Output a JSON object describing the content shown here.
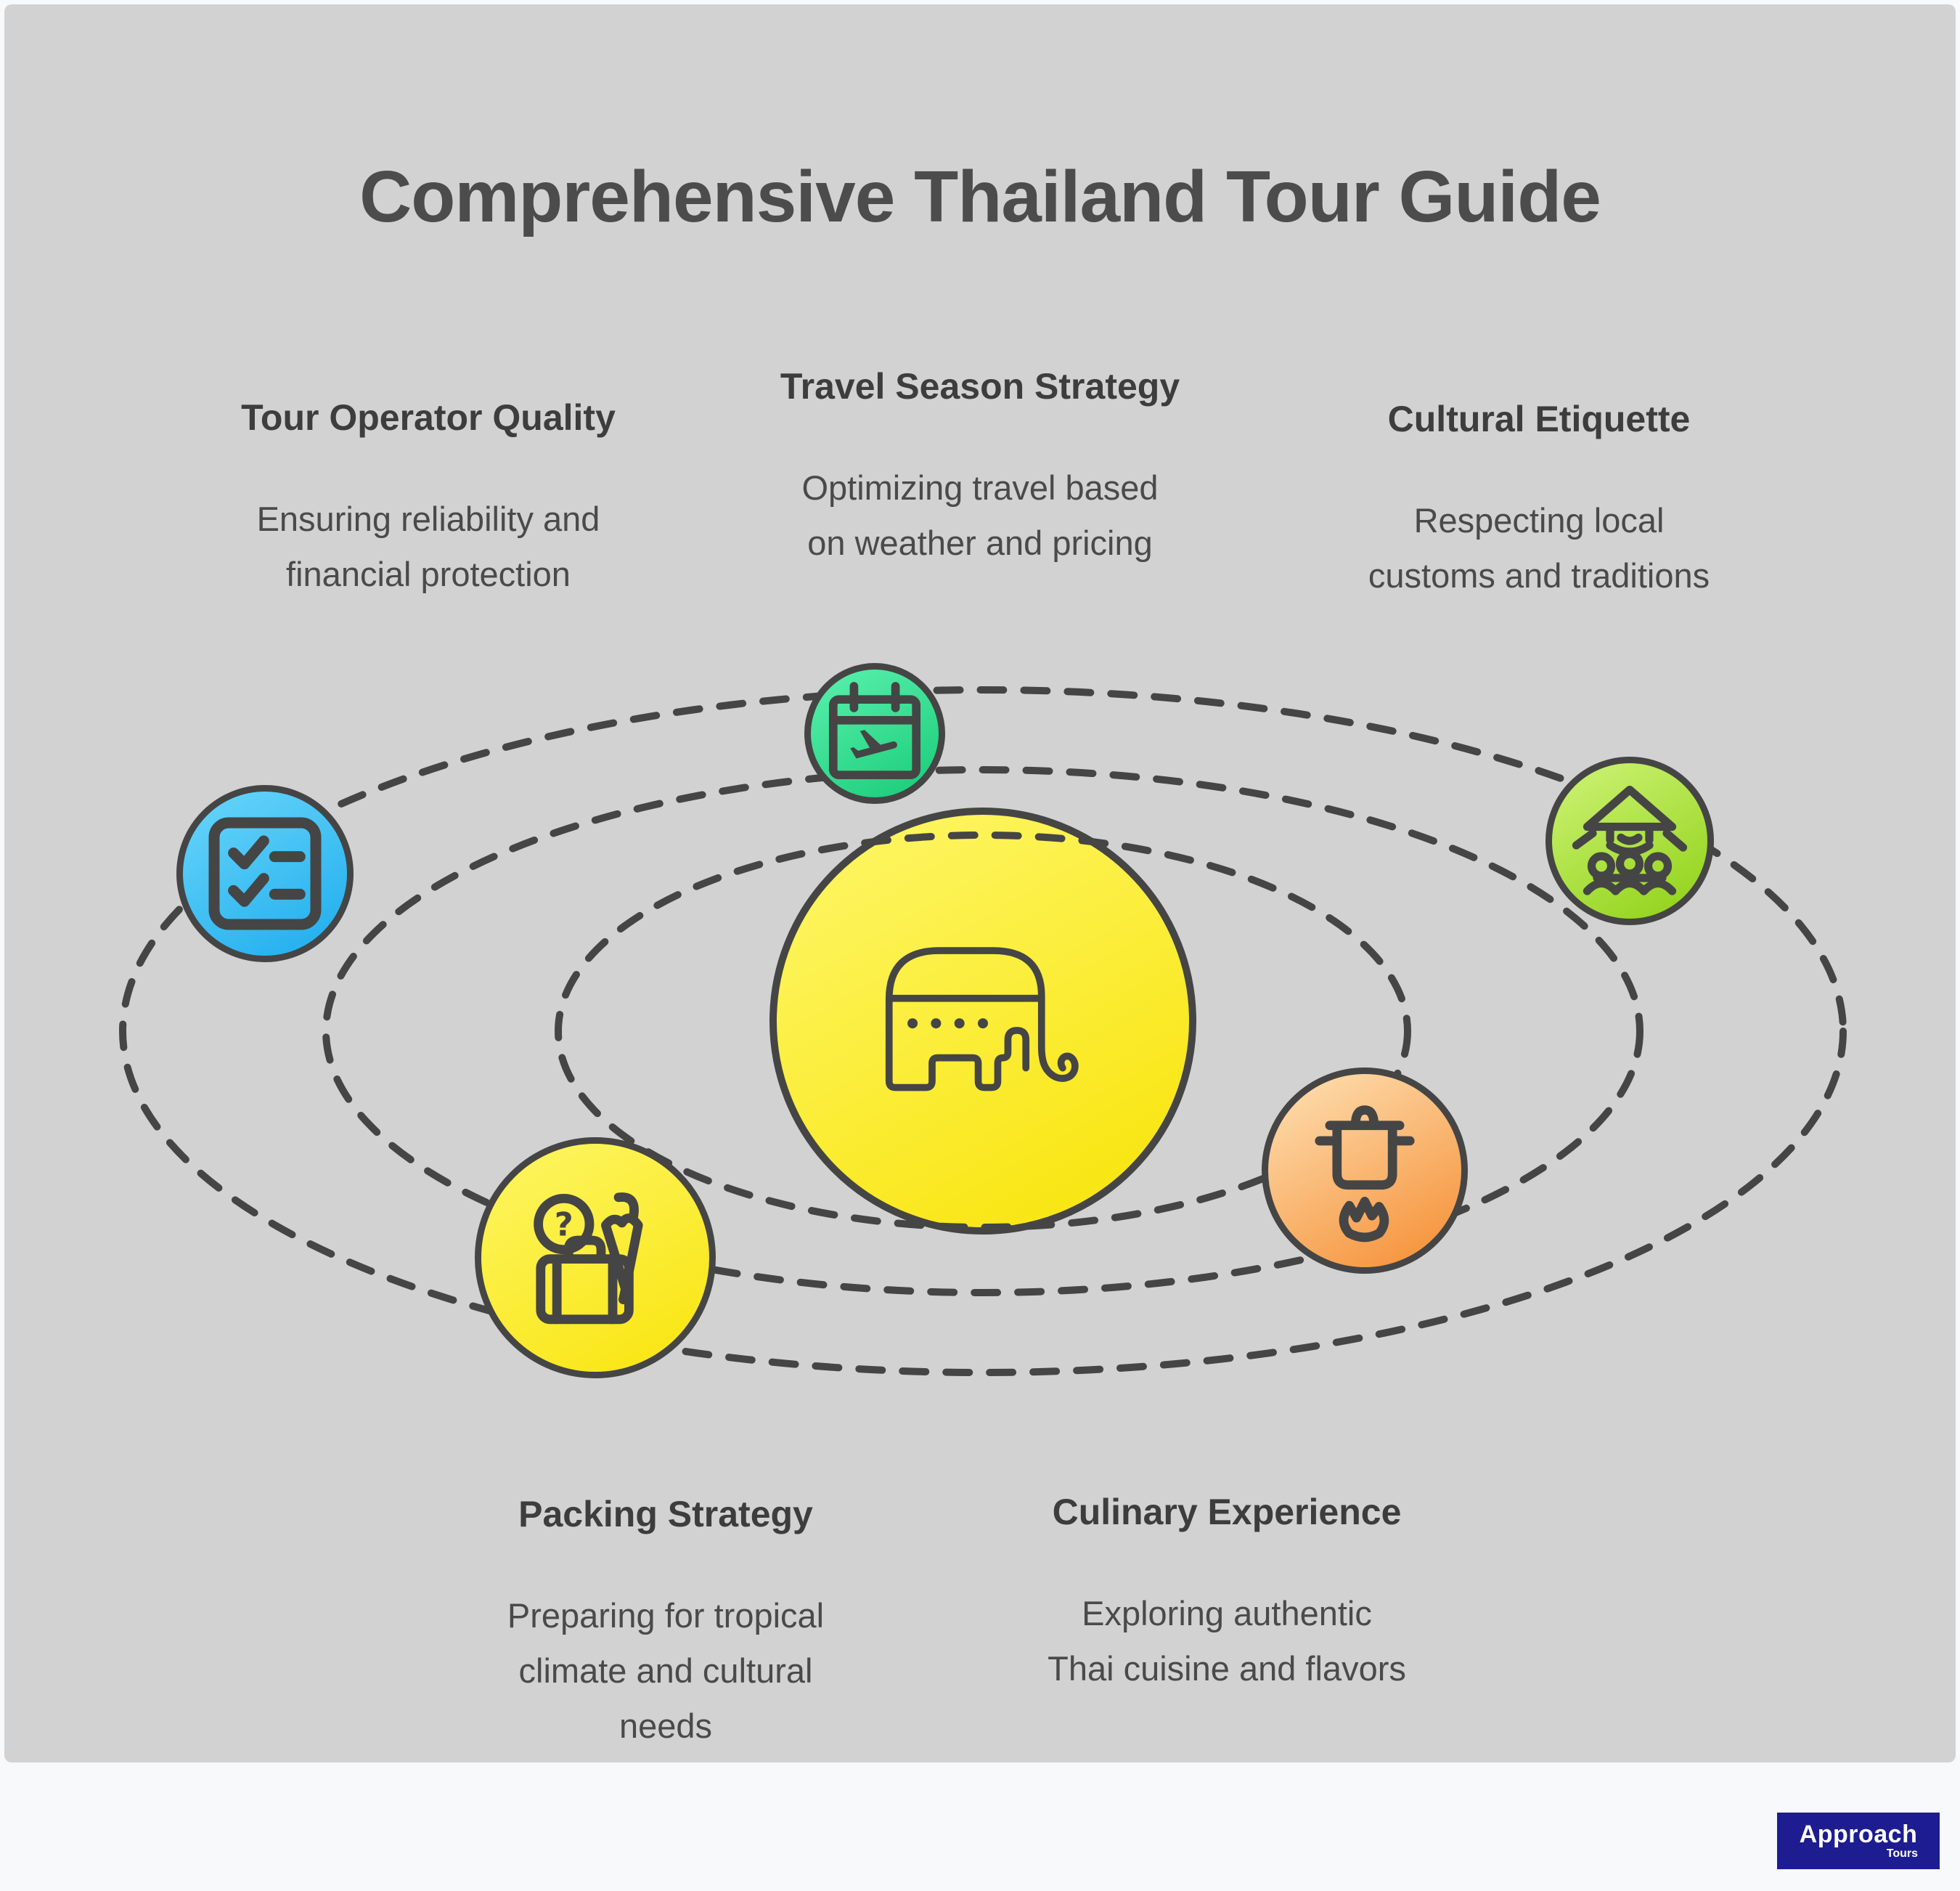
{
  "title": "Comprehensive Thailand Tour Guide",
  "blocks": {
    "tour_operator": {
      "heading": "Tour Operator Quality",
      "line1": "Ensuring reliability and",
      "line2": "financial protection"
    },
    "travel_season": {
      "heading": "Travel Season Strategy",
      "line1": "Optimizing travel based",
      "line2": "on weather and pricing"
    },
    "cultural": {
      "heading": "Cultural Etiquette",
      "line1": "Respecting local",
      "line2": "customs and traditions"
    },
    "packing": {
      "heading": "Packing Strategy",
      "line1": "Preparing for tropical",
      "line2": "climate and cultural",
      "line3": "needs"
    },
    "culinary": {
      "heading": "Culinary Experience",
      "line1": "Exploring authentic",
      "line2": "Thai cuisine and flavors"
    }
  },
  "icons": {
    "center": "elephant-icon",
    "tour_operator": "checklist-icon",
    "travel_season": "flight-calendar-icon",
    "cultural": "group-conical-hat-icon",
    "packing": "luggage-question-umbrella-icon",
    "culinary": "cooking-pot-icon",
    "question_mark": "?"
  },
  "logo": {
    "brand": "Approach",
    "sub": "Tours"
  },
  "colors": {
    "brand_navy": "#1d1d91",
    "yellow": "#f9e615",
    "yellow_light": "#fdf45c",
    "blue": "#25b0ee",
    "blue_light": "#62d2f9",
    "green": "#1ecf7d",
    "green_light": "#55eda9",
    "lime": "#95d41f",
    "lime_light": "#c8f06d",
    "orange": "#f6953e",
    "orange_light": "#fdd9a8"
  }
}
